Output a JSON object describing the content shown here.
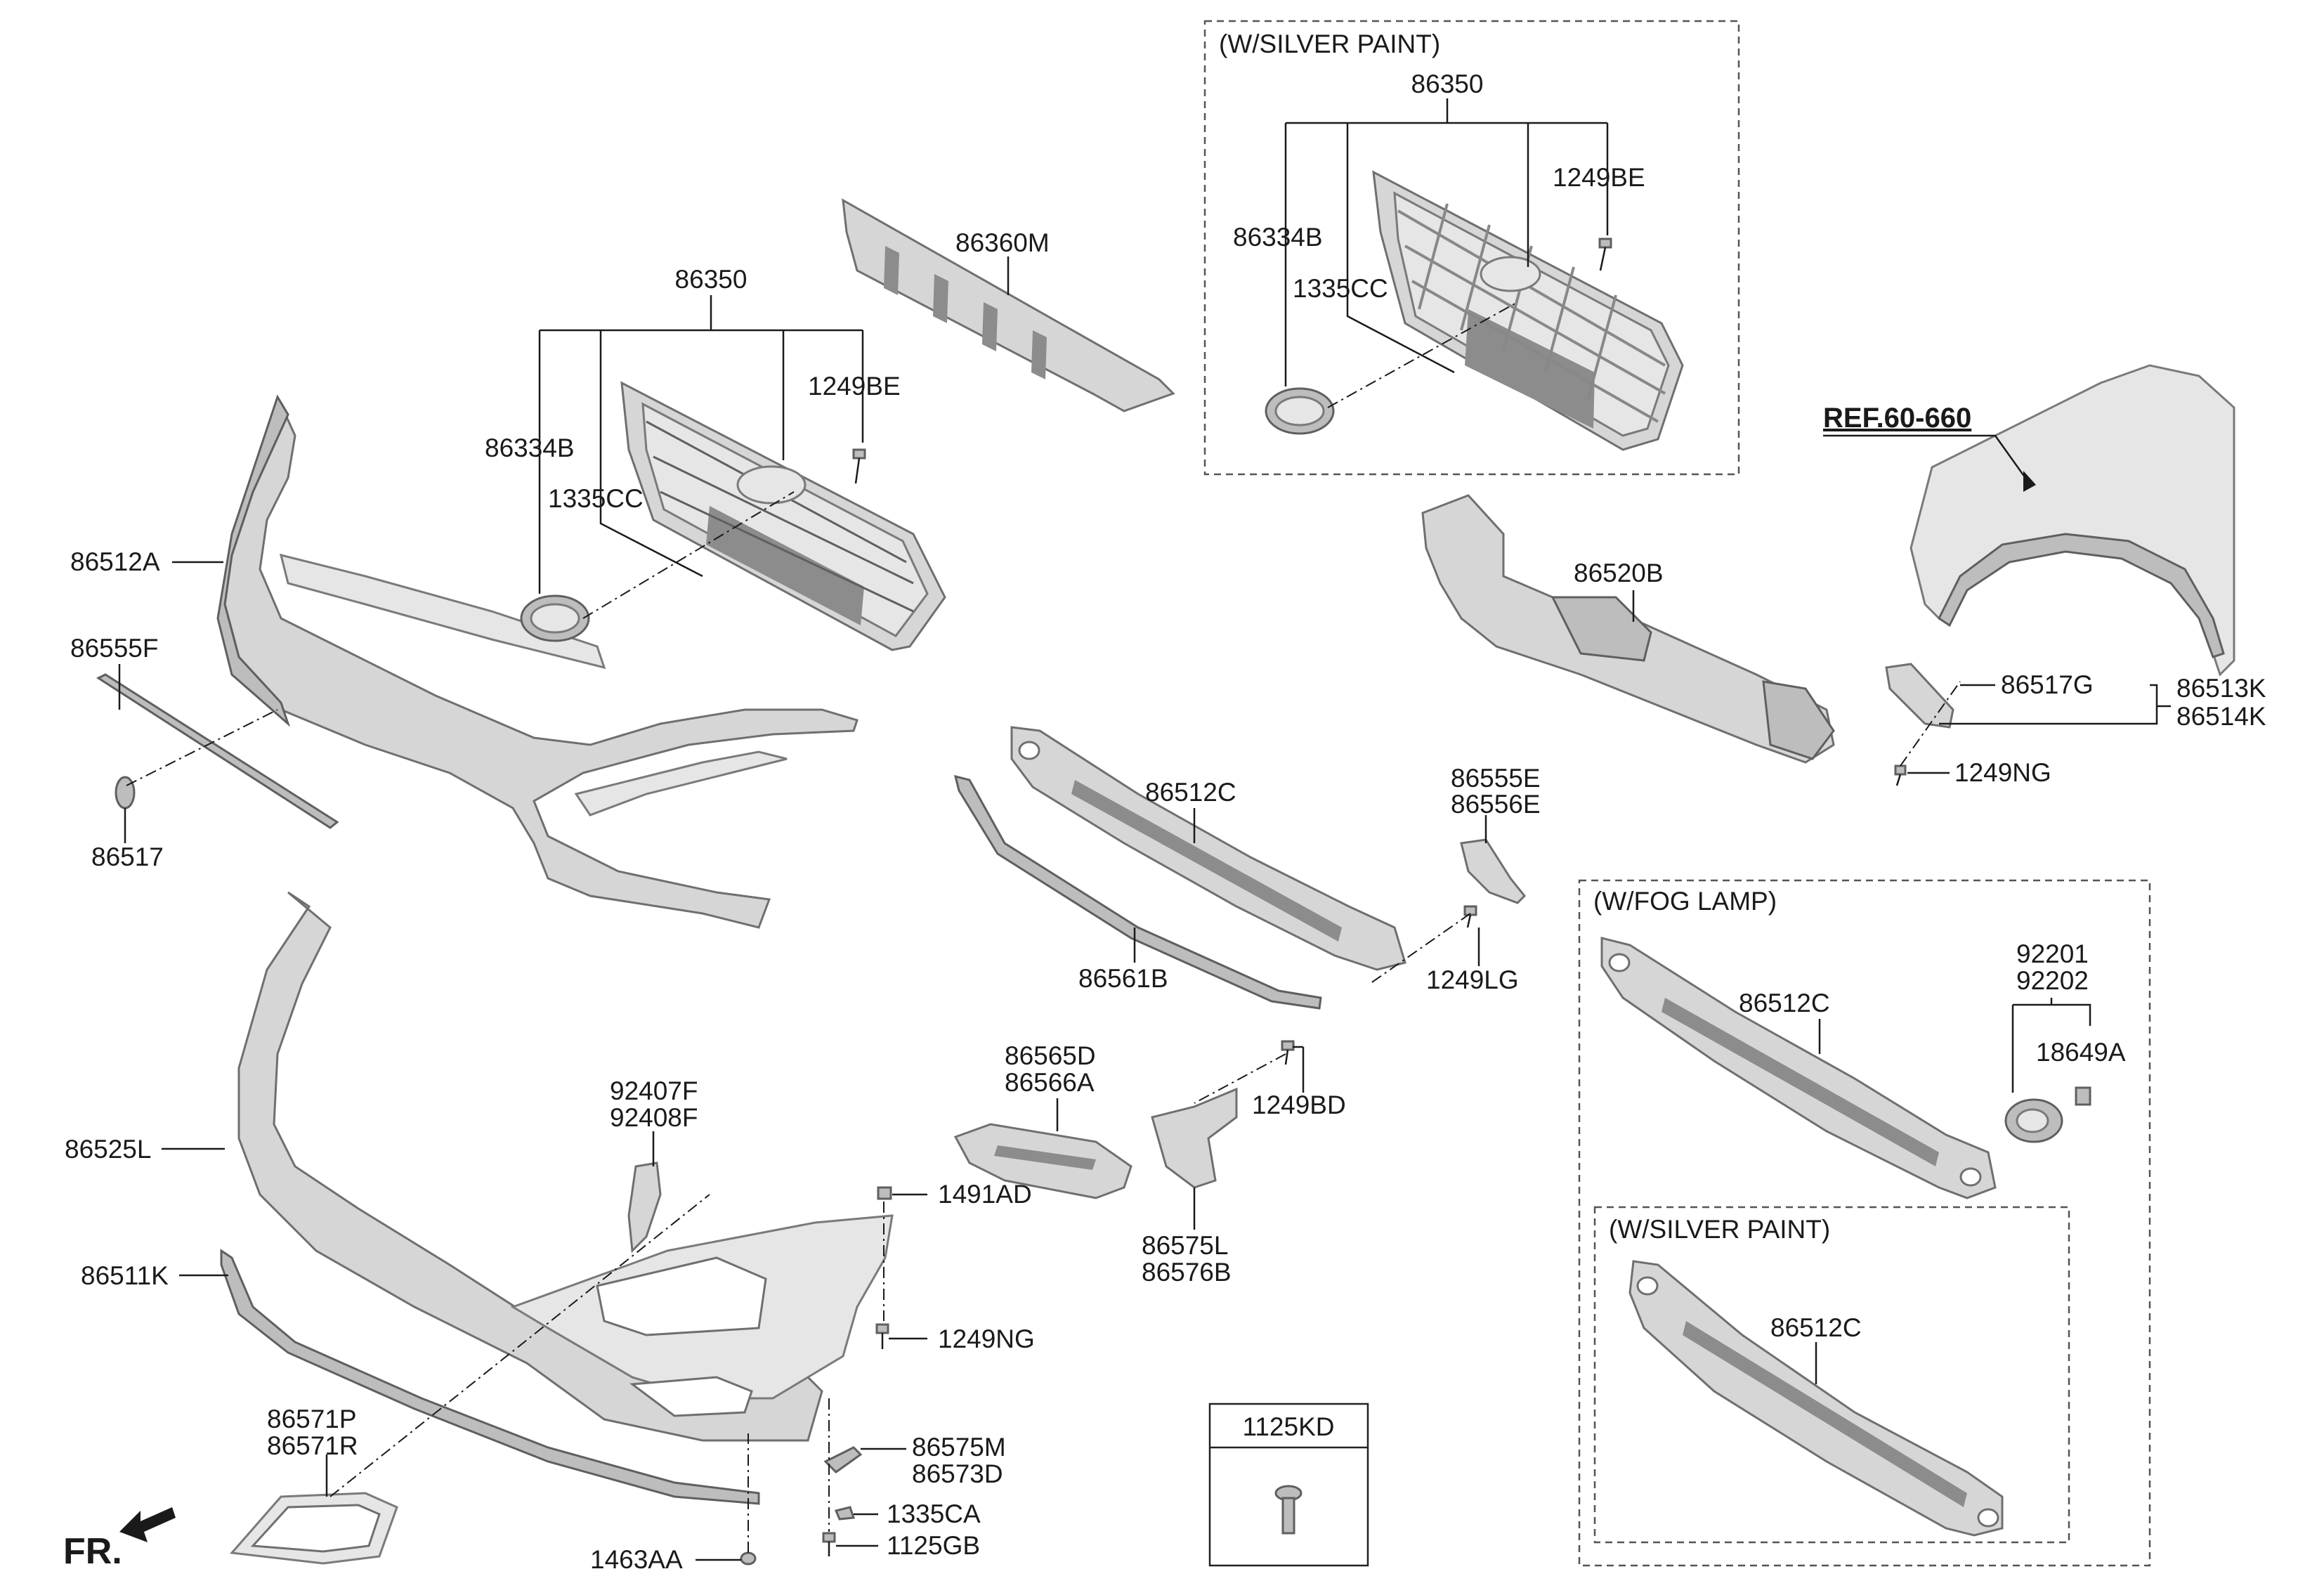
{
  "title": "",
  "boxes": {
    "silver_paint_top": "(W/SILVER PAINT)",
    "fog_lamp": "(W/FOG LAMP)",
    "silver_paint_bottom": "(W/SILVER PAINT)",
    "kit_box": "1125KD"
  },
  "reference": "REF.60-660",
  "direction": "FR.",
  "labels": {
    "p86350_main": "86350",
    "p86334B_main": "86334B",
    "p1249BE_main": "1249BE",
    "p1335CC_main": "1335CC",
    "p86360M": "86360M",
    "p86512A": "86512A",
    "p86555F": "86555F",
    "p86517": "86517",
    "p86350_silver": "86350",
    "p86334B_silver": "86334B",
    "p1249BE_silver": "1249BE",
    "p1335CC_silver": "1335CC",
    "p86520B": "86520B",
    "p86517G": "86517G",
    "p86513K": "86513K",
    "p86514K": "86514K",
    "p1249NG_top": "1249NG",
    "p86512C_main": "86512C",
    "p86561B": "86561B",
    "p86555E": "86555E",
    "p86556E": "86556E",
    "p1249LG": "1249LG",
    "p86512C_fog": "86512C",
    "p92201": "92201",
    "p92202": "92202",
    "p18649A": "18649A",
    "p86512C_silver": "86512C",
    "p86565D": "86565D",
    "p86566A": "86566A",
    "p1249BD": "1249BD",
    "p86575L": "86575L",
    "p86576B": "86576B",
    "p92407F": "92407F",
    "p92408F": "92408F",
    "p86525L": "86525L",
    "p86511K": "86511K",
    "p1491AD": "1491AD",
    "p1249NG_bottom": "1249NG",
    "p86571P": "86571P",
    "p86571R": "86571R",
    "p86575M": "86575M",
    "p86573D": "86573D",
    "p1335CA": "1335CA",
    "p1125GB": "1125GB",
    "p1463AA": "1463AA"
  },
  "colors": {
    "ink": "#1a1a1a",
    "part_fill": "#d6d6d6",
    "part_stroke": "#6f6f6f",
    "box_stroke": "#555555"
  }
}
